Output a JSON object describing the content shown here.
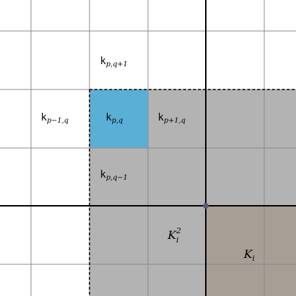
{
  "colors": {
    "background": "#ffffff",
    "grid_line": "#8a8a8a",
    "axis_line": "#000000",
    "region_gray": "#b3b3b3",
    "region_brown": "#a79e95",
    "cell_blue": "#5aafd6",
    "origin_point": "#5a5a6a"
  },
  "labels": {
    "k_p_q_plus_1": {
      "base": "k",
      "sub": "p,q+1"
    },
    "k_p_minus_1_q": {
      "base": "k",
      "sub": "p−1,q"
    },
    "k_p_q": {
      "base": "k",
      "sub": "p,q"
    },
    "k_p_plus_1_q": {
      "base": "k",
      "sub": "p+1,q"
    },
    "k_p_q_minus_1": {
      "base": "k",
      "sub": "p,q−1"
    },
    "K_i_squared": {
      "base": "K",
      "sub": "i",
      "sup": "2"
    },
    "K_i": {
      "base": "K",
      "sub": "i"
    }
  }
}
